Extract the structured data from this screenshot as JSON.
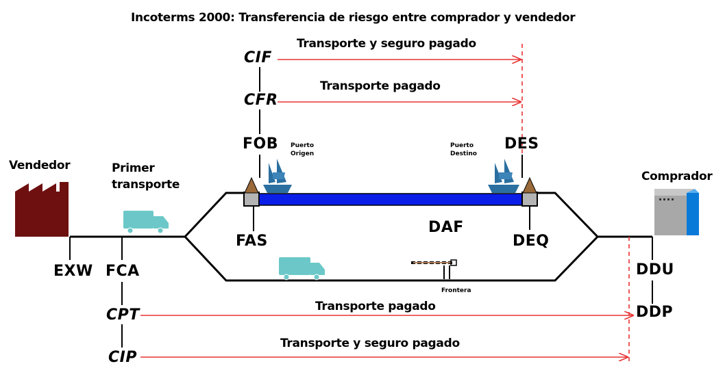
{
  "title": "Incoterms  2000: Transferencia de riesgo entre comprador y vendedor",
  "parties": {
    "seller": "Vendedor",
    "first_carrier_line1": "Primer",
    "first_carrier_line2": "transporte",
    "buyer": "Comprador"
  },
  "ports": {
    "origin_line1": "Puerto",
    "origin_line2": "Origen",
    "destination_line1": "Puerto",
    "destination_line2": "Destino",
    "border": "Frontera"
  },
  "terms": {
    "cif": "CIF",
    "cfr": "CFR",
    "fob": "FOB",
    "fas": "FAS",
    "des": "DES",
    "deq": "DEQ",
    "daf": "DAF",
    "exw": "EXW",
    "fca": "FCA",
    "cpt": "CPT",
    "cip": "CIP",
    "ddu": "DDU",
    "ddp": "DDP"
  },
  "arrows": {
    "cif": "Transporte y seguro pagado",
    "cfr": "Transporte pagado",
    "cpt": "Transporte pagado",
    "cip": "Transporte y seguro pagado"
  },
  "colors": {
    "arrow": "#e83232",
    "sea": "#0a1ee8",
    "factory": "#6e1010",
    "truck": "#6cc8c8",
    "ship": "#2a6fa0",
    "warehouse": "#a8a8a8",
    "door": "#0a7ad8"
  }
}
